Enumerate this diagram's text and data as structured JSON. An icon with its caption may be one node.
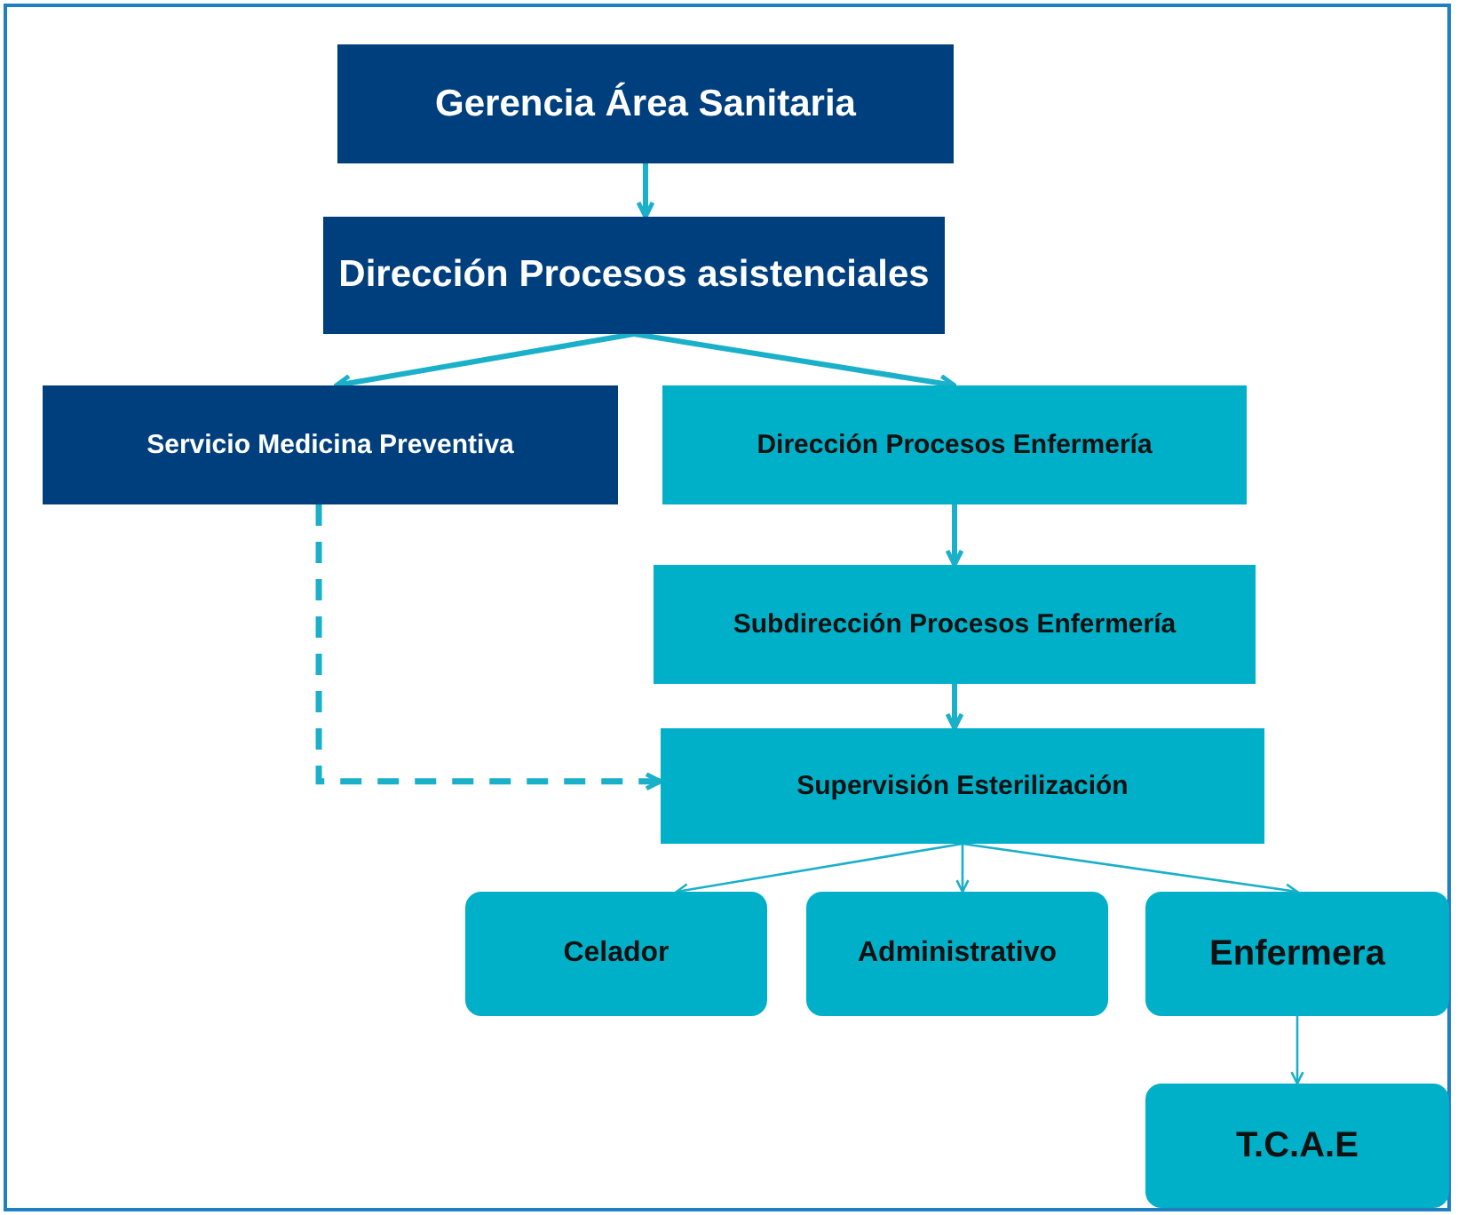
{
  "diagram": {
    "nodes": [
      {
        "text": [
          "Gerencia Área Sanitaria"
        ]
      },
      {
        "text": [
          "Dirección Procesos asistenciales"
        ]
      },
      {
        "text": [
          "Servicio Medicina Preventiva"
        ]
      },
      {
        "text": [
          "Dirección Procesos Enfermería"
        ]
      },
      {
        "text": [
          "Subdirección Procesos Enfermería"
        ]
      },
      {
        "text": [
          "Supervisión Esterilización"
        ]
      },
      {
        "text": [
          "Celador"
        ]
      },
      {
        "text": [
          "Administrativo"
        ]
      },
      {
        "text": [
          "Enfermera"
        ]
      },
      {
        "text": [
          "T.C.A.E"
        ]
      }
    ],
    "edges": [
      {
        "from": 0,
        "to": 1,
        "arrow": "to"
      },
      {
        "from": 1,
        "to": 2,
        "arrow": "to"
      },
      {
        "from": 1,
        "to": 3,
        "arrow": "to"
      },
      {
        "from": 3,
        "to": 4,
        "arrow": "to"
      },
      {
        "from": 4,
        "to": 5,
        "arrow": "to"
      },
      {
        "from": 2,
        "to": 5,
        "arrow": "to",
        "style": "dashed"
      },
      {
        "from": 5,
        "to": 6,
        "arrow": "to"
      },
      {
        "from": 5,
        "to": 7,
        "arrow": "to"
      },
      {
        "from": 5,
        "to": 8,
        "arrow": "to"
      },
      {
        "from": 8,
        "to": 9,
        "arrow": "to"
      }
    ]
  }
}
